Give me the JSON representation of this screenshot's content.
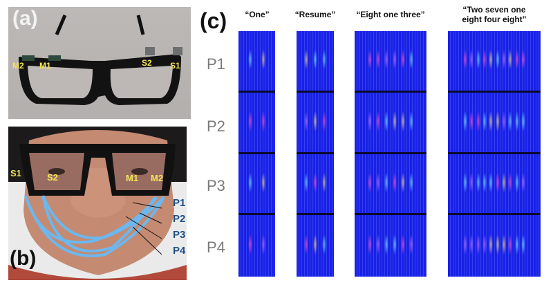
{
  "panel_a": {
    "label": "(a)",
    "sensors": [
      "M2",
      "M1",
      "S2",
      "S1"
    ]
  },
  "panel_b": {
    "label": "(b)",
    "sensors": [
      "S1",
      "S2",
      "M1",
      "M2"
    ],
    "paths": [
      "P1",
      "P2",
      "P3",
      "P4"
    ]
  },
  "panel_c": {
    "label": "(c)",
    "columns": [
      "“One”",
      "“Resume”",
      "“Eight one three”",
      "“Two seven one eight four eight”"
    ],
    "rows": [
      "P1",
      "P2",
      "P3",
      "P4"
    ]
  },
  "colors": {
    "spectrogram_bg": "#1a20e6",
    "label_yellow": "#f3e55a",
    "path_blue": "#1d4f86",
    "wire_blue": "#6cb8ee"
  }
}
